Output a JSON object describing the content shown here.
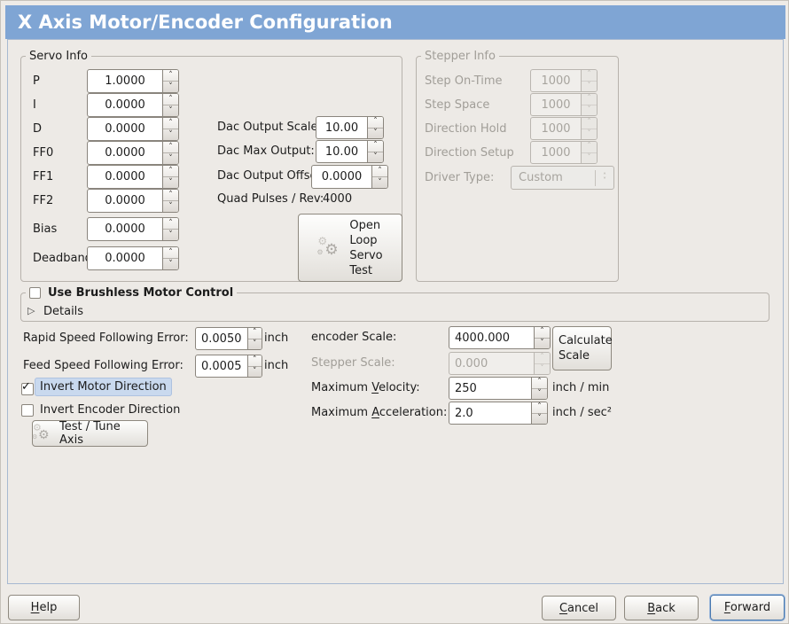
{
  "title": "X Axis Motor/Encoder Configuration",
  "servo": {
    "legend": "Servo Info",
    "fields": [
      {
        "label": "P",
        "value": "1.0000"
      },
      {
        "label": "I",
        "value": "0.0000"
      },
      {
        "label": "D",
        "value": "0.0000"
      },
      {
        "label": "FF0",
        "value": "0.0000"
      },
      {
        "label": "FF1",
        "value": "0.0000"
      },
      {
        "label": "FF2",
        "value": "0.0000"
      },
      {
        "label": "Bias",
        "value": "0.0000"
      },
      {
        "label": "Deadband",
        "value": "0.0000"
      }
    ]
  },
  "dac": {
    "rows": [
      {
        "label": "Dac Output Scale:",
        "value": "10.00"
      },
      {
        "label": "Dac Max Output:",
        "value": "10.00"
      },
      {
        "label": "Dac Output Offset:",
        "value": "0.0000"
      }
    ],
    "quad": {
      "label": "Quad Pulses / Rev:",
      "value": "4000"
    }
  },
  "open_loop_button": {
    "line1": "Open",
    "line2": "Loop",
    "line3": "Servo",
    "line4": "Test"
  },
  "stepper": {
    "legend": "Stepper Info",
    "fields": [
      {
        "label": "Step On-Time",
        "value": "1000"
      },
      {
        "label": "Step Space",
        "value": "1000"
      },
      {
        "label": "Direction Hold",
        "value": "1000"
      },
      {
        "label": "Direction Setup",
        "value": "1000"
      }
    ],
    "driver": {
      "label": "Driver Type:",
      "value": "Custom"
    }
  },
  "brushless": {
    "label": "Use Brushless Motor Control",
    "checked": false,
    "details": "Details"
  },
  "errors": {
    "rapid": {
      "label": "Rapid Speed Following Error:",
      "value": "0.0050",
      "unit": "inch"
    },
    "feed": {
      "label": "Feed Speed Following Error:",
      "value": "0.0005",
      "unit": "inch"
    }
  },
  "scales": {
    "encoder": {
      "label": "encoder Scale:",
      "value": "4000.000"
    },
    "calculate": {
      "line1": "Calculate",
      "line2": "Scale"
    },
    "stepper": {
      "label": "Stepper Scale:",
      "value": "0.000"
    },
    "velocity": {
      "label": "Maximum Velocity:",
      "value": "250",
      "unit": "inch / min"
    },
    "acceleration": {
      "label": "Maximum Acceleration:",
      "value": "2.0",
      "unit": "inch / sec²"
    }
  },
  "direction": {
    "invert_motor": {
      "label": "Invert Motor Direction",
      "checked": true
    },
    "invert_encoder": {
      "label": "Invert Encoder Direction",
      "checked": false
    },
    "test_button": "Test / Tune Axis"
  },
  "actions": {
    "help": "Help",
    "cancel": "Cancel",
    "back": "Back",
    "forward": "Forward"
  }
}
